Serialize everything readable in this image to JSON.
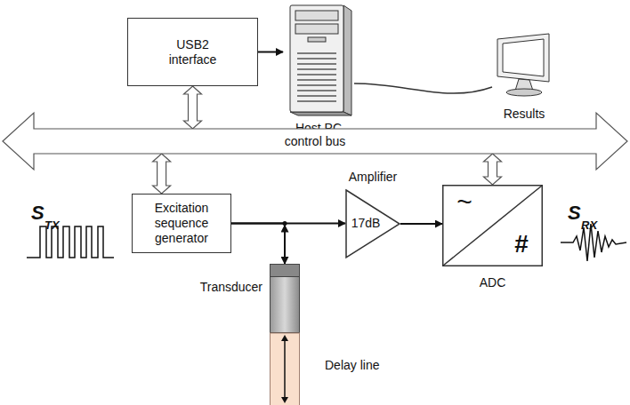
{
  "diagram": {
    "nodes": [
      {
        "text": [
          "USB2 interface"
        ]
      },
      {
        "text": [
          "Host PC"
        ]
      },
      {
        "text": [
          "Results"
        ]
      },
      {
        "text": [
          "control bus"
        ]
      },
      {
        "text": [
          "Excitation sequence generator"
        ]
      },
      {
        "text": [
          "Amplifier",
          "17dB"
        ]
      },
      {
        "text": [
          "~",
          "#",
          "ADC"
        ]
      },
      {
        "text": [
          "Transducer"
        ]
      },
      {
        "text": [
          "Delay line"
        ]
      }
    ],
    "edges": [
      {
        "from": 0,
        "to": 3,
        "arrow": "both"
      },
      {
        "from": 0,
        "to": 1,
        "arrow": "to"
      },
      {
        "from": 1,
        "to": 2,
        "arrow": "none"
      },
      {
        "from": 4,
        "to": 3,
        "arrow": "both"
      },
      {
        "from": 6,
        "to": 3,
        "arrow": "both"
      },
      {
        "from": 4,
        "to": 5,
        "arrow": "to"
      },
      {
        "from": 5,
        "to": 6,
        "arrow": "to"
      },
      {
        "from": 4,
        "to": 7,
        "arrow": "both"
      }
    ],
    "labels": [
      "S",
      "TX",
      "S",
      "RX"
    ]
  }
}
